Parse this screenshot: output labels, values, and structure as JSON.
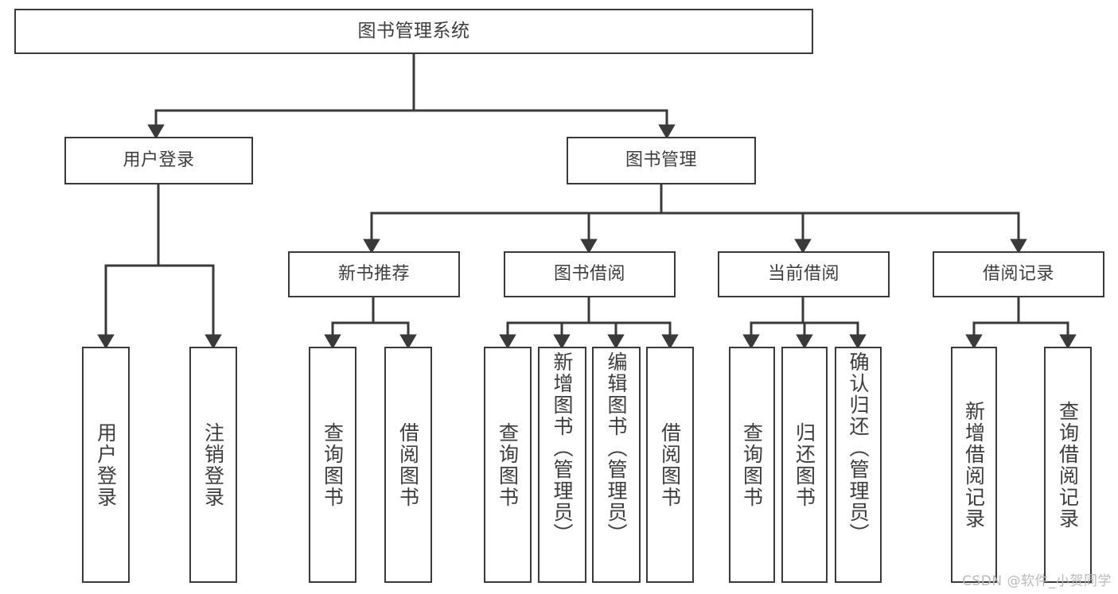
{
  "diagram": {
    "type": "tree-hierarchy",
    "title": "图书管理系统",
    "orientation": "top-down",
    "colors": {
      "box_border": "#3a3a3a",
      "box_fill": "#ffffff",
      "connector": "#3a3a3a",
      "text": "#3d3d3d",
      "background": "#ffffff",
      "watermark": "#b9b9b9"
    },
    "root": {
      "label": "图书管理系统"
    },
    "level1": [
      {
        "id": "user-login",
        "label": "用户登录"
      },
      {
        "id": "book-manage",
        "label": "图书管理"
      }
    ],
    "level2": [
      {
        "id": "new-book-recommend",
        "label": "新书推荐"
      },
      {
        "id": "book-borrow",
        "label": "图书借阅"
      },
      {
        "id": "current-borrow",
        "label": "当前借阅"
      },
      {
        "id": "borrow-record",
        "label": "借阅记录"
      }
    ],
    "leaves": {
      "user_login": [
        {
          "id": "leaf-user-login",
          "label": "用户登录"
        },
        {
          "id": "leaf-logout-login",
          "label": "注销登录"
        }
      ],
      "new_book_recommend": [
        {
          "id": "leaf-query-book-1",
          "label": "查询图书"
        },
        {
          "id": "leaf-borrow-book-1",
          "label": "借阅图书"
        }
      ],
      "book_borrow": [
        {
          "id": "leaf-query-book-2",
          "label": "查询图书"
        },
        {
          "id": "leaf-add-book",
          "label": "新增图书（管理员）"
        },
        {
          "id": "leaf-edit-book",
          "label": "编辑图书（管理员）"
        },
        {
          "id": "leaf-borrow-book-2",
          "label": "借阅图书"
        }
      ],
      "current_borrow": [
        {
          "id": "leaf-query-book-3",
          "label": "查询图书"
        },
        {
          "id": "leaf-return-book",
          "label": "归还图书"
        },
        {
          "id": "leaf-confirm-return",
          "label": "确认归还（管理员）"
        }
      ],
      "borrow_record": [
        {
          "id": "leaf-add-record",
          "label": "新增借阅记录"
        },
        {
          "id": "leaf-query-record",
          "label": "查询借阅记录"
        }
      ]
    }
  },
  "watermark": {
    "text": "CSDN @软件_小贺同学"
  }
}
